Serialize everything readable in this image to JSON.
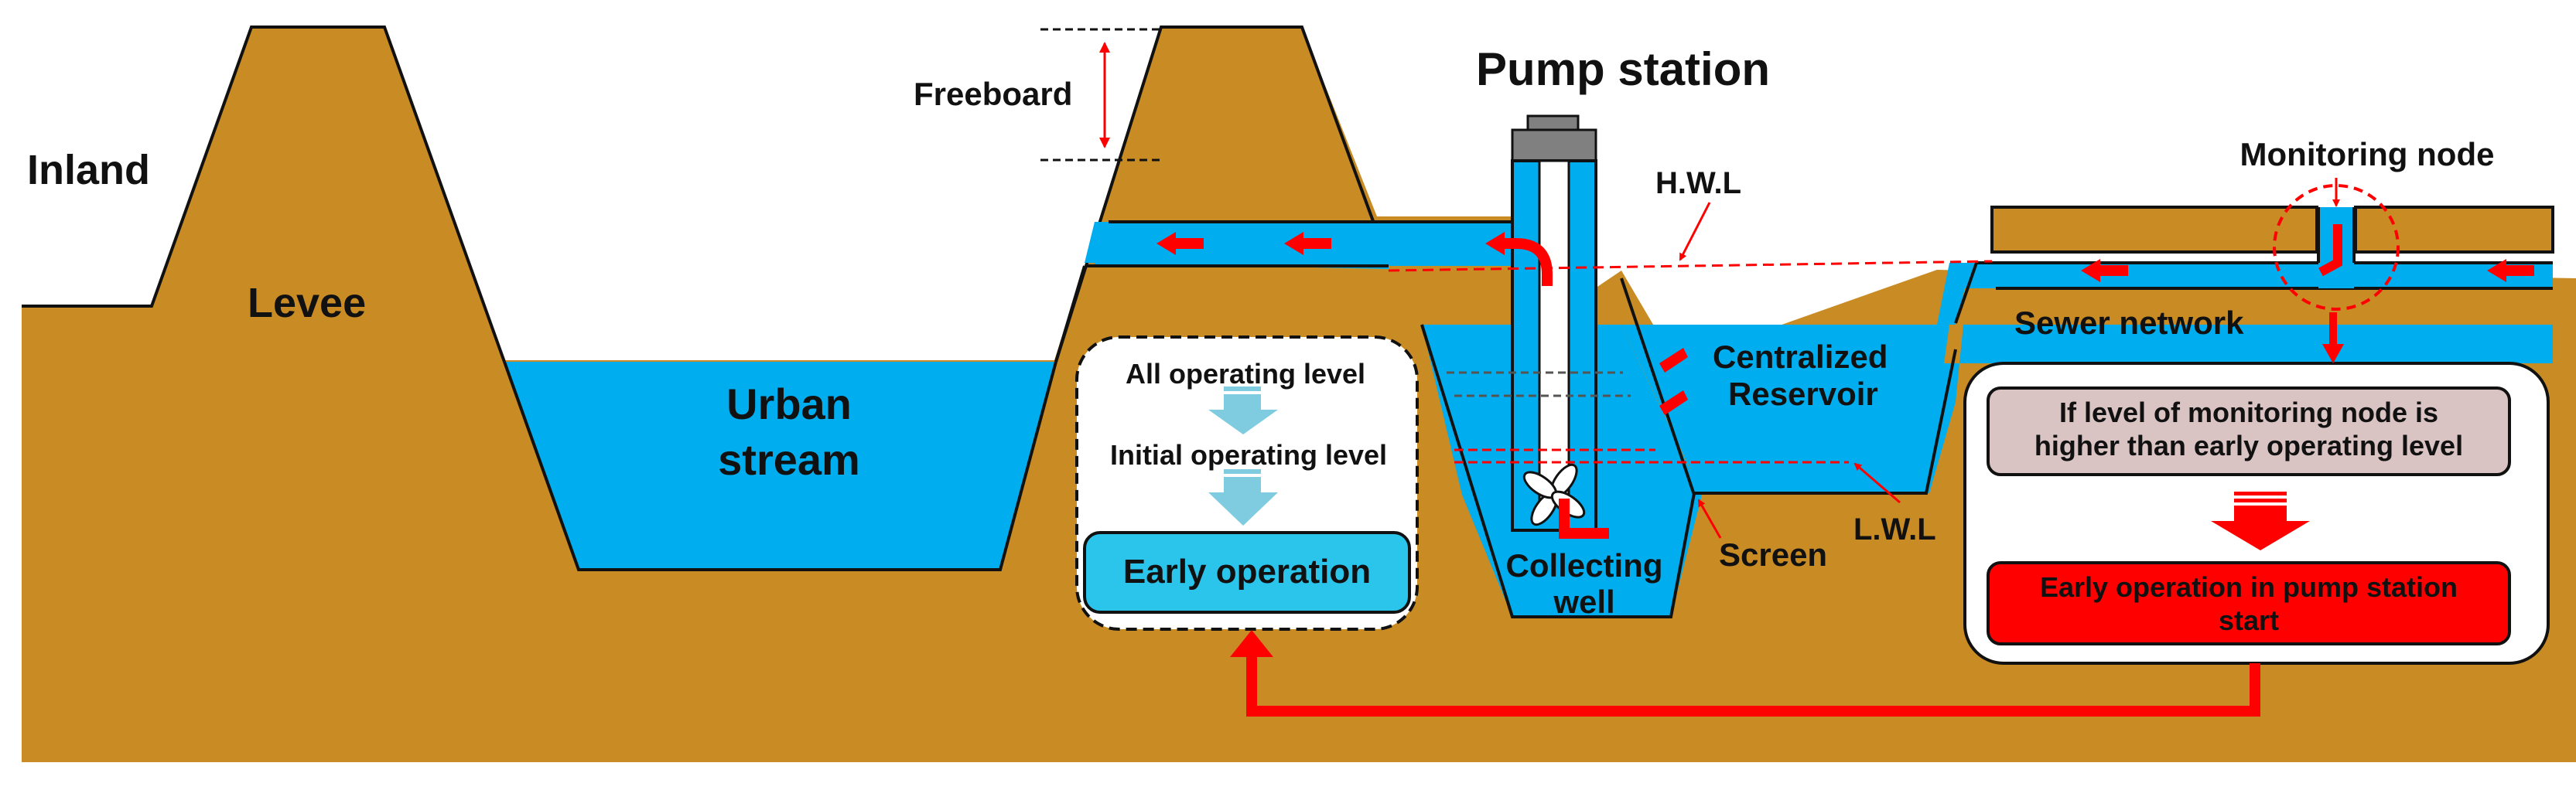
{
  "labels": {
    "inland": "Inland",
    "levee": "Levee",
    "urban_stream_1": "Urban",
    "urban_stream_2": "stream",
    "freeboard": "Freeboard",
    "pump_station": "Pump station",
    "hwl": "H.W.L",
    "lwl": "L.W.L",
    "centralized_1": "Centralized",
    "centralized_2": "Reservoir",
    "collecting_1": "Collecting",
    "collecting_2": "well",
    "screen": "Screen",
    "monitoring_node": "Monitoring node",
    "sewer_network": "Sewer network"
  },
  "levels_box": {
    "all_level": "All operating level",
    "initial_level": "Initial operating level",
    "early_operation": "Early operation"
  },
  "decision_box": {
    "condition_1": "If level of monitoring node is",
    "condition_2": "higher than early operating level",
    "action_1": "Early operation in pump station",
    "action_2": "start"
  },
  "colors": {
    "soil": "#C98B24",
    "water": "#00AEEF",
    "arrow_red": "#FF0000",
    "light_arrow": "#7FCCE0",
    "early_op_fill": "#2BC4EA",
    "condition_fill": "#D9C3C3",
    "action_fill": "#FF0000"
  }
}
